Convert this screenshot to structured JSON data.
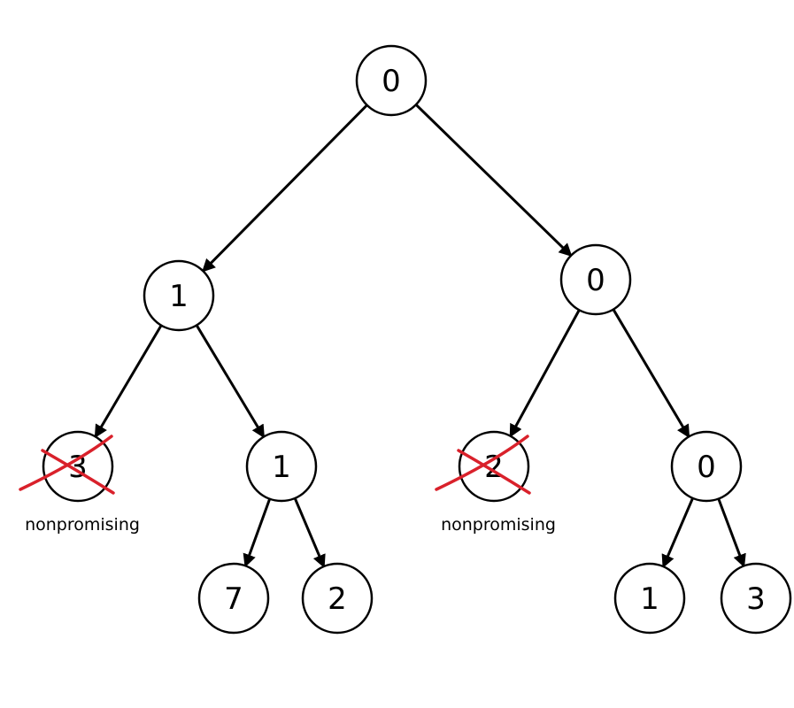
{
  "nodes": [
    {
      "id": "root",
      "label": "0"
    },
    {
      "id": "l",
      "label": "1"
    },
    {
      "id": "r",
      "label": "0"
    },
    {
      "id": "ll",
      "label": "3",
      "pruned": true
    },
    {
      "id": "lr",
      "label": "1"
    },
    {
      "id": "rl",
      "label": "2",
      "pruned": true
    },
    {
      "id": "rr",
      "label": "0"
    },
    {
      "id": "lrl",
      "label": "7"
    },
    {
      "id": "lrr",
      "label": "2"
    },
    {
      "id": "rrl",
      "label": "1"
    },
    {
      "id": "rrr",
      "label": "3"
    }
  ],
  "edges": [
    [
      "root",
      "l"
    ],
    [
      "root",
      "r"
    ],
    [
      "l",
      "ll"
    ],
    [
      "l",
      "lr"
    ],
    [
      "r",
      "rl"
    ],
    [
      "r",
      "rr"
    ],
    [
      "lr",
      "lrl"
    ],
    [
      "lr",
      "lrr"
    ],
    [
      "rr",
      "rrl"
    ],
    [
      "rr",
      "rrr"
    ]
  ],
  "annotations": [
    {
      "node": "ll",
      "text": "nonpromising"
    },
    {
      "node": "rl",
      "text": "nonpromising"
    }
  ],
  "colors": {
    "line": "#000000",
    "cross": "#d9212b"
  }
}
